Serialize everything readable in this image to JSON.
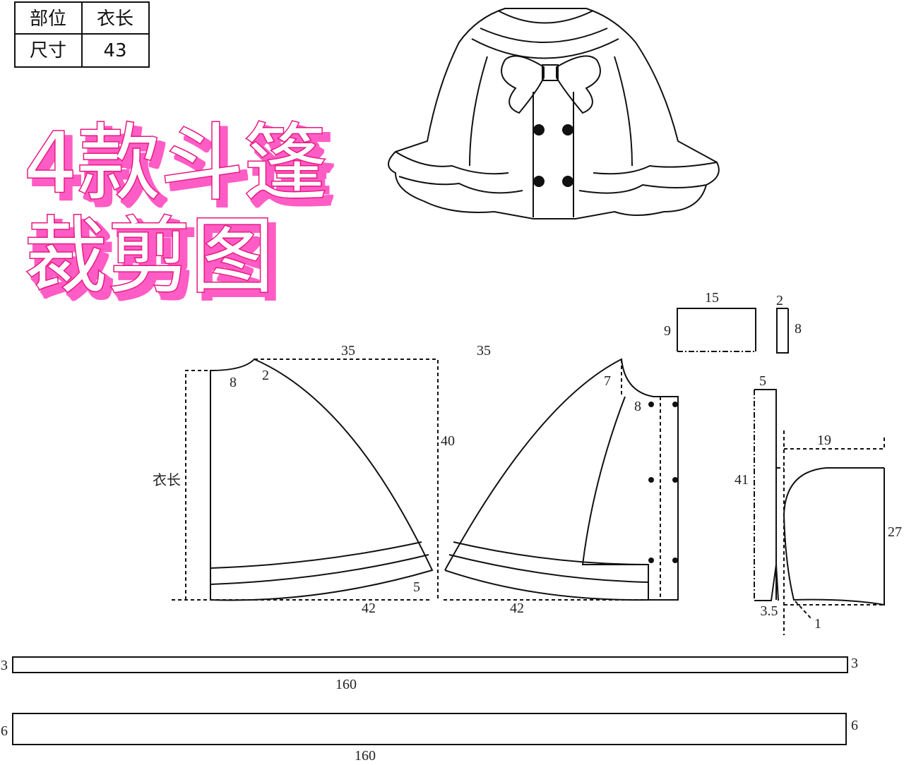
{
  "size_table": {
    "header": [
      "部位",
      "衣长"
    ],
    "row": [
      "尺寸",
      "43"
    ]
  },
  "title": {
    "line1": "4款斗篷",
    "line2": "裁剪图"
  },
  "colors": {
    "title_pink": "#ff5cc6",
    "title_outline": "#e8147f",
    "line": "#111111"
  },
  "back_piece": {
    "top_width": "35",
    "neck_width": "8",
    "neck_drop": "2",
    "length_label": "衣长",
    "hem_band": "5",
    "bottom_width": "42"
  },
  "front_piece": {
    "top_width": "35",
    "neck_drop": "7",
    "neck_width": "8",
    "center_length": "40",
    "bottom_width": "42"
  },
  "pocket_flap": {
    "width": "15",
    "height": "9"
  },
  "tab": {
    "width": "2",
    "height": "8"
  },
  "collar_strip": {
    "width": "5",
    "length": "41"
  },
  "hood": {
    "width": "19",
    "height": "27",
    "base_offset": "3.5",
    "tip": "1"
  },
  "ruffle_1": {
    "height": "3",
    "height_right": "3",
    "length": "160"
  },
  "ruffle_2": {
    "height": "6",
    "height_right": "6",
    "length": "160"
  }
}
